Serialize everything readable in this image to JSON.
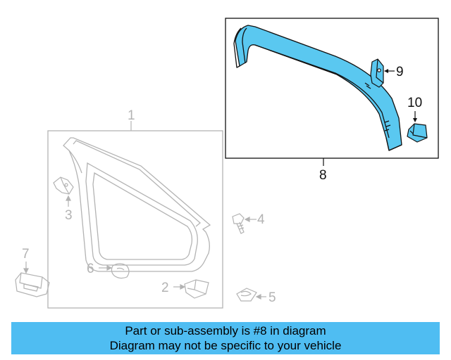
{
  "callouts": {
    "c1": "1",
    "c2": "2",
    "c3": "3",
    "c4": "4",
    "c5": "5",
    "c6": "6",
    "c7": "7",
    "c8": "8",
    "c9": "9",
    "c10": "10"
  },
  "banner": {
    "line1": "Part or sub-assembly is #8 in diagram",
    "line2": "Diagram may not be specific to your vehicle"
  },
  "colors": {
    "highlight": "#5ac8f0",
    "banner_bg": "#4fbdf2",
    "faded_line": "#b3b3b3",
    "active_line": "#111111"
  }
}
